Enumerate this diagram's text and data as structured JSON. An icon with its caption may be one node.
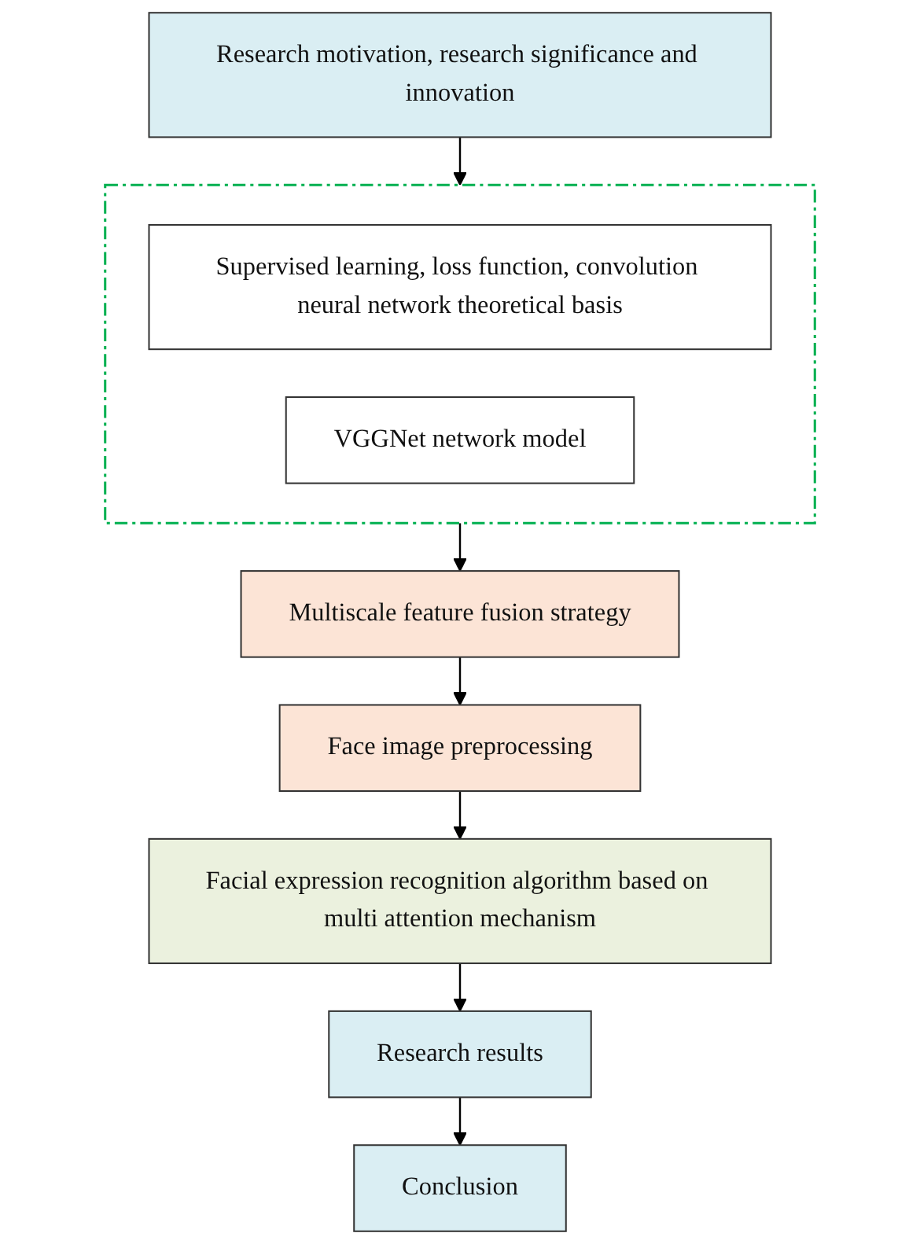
{
  "diagram": {
    "nodes": [
      {
        "text": [
          "Research motivation, research significance and innovation"
        ]
      },
      {
        "text": [],
        "shape": "box"
      },
      {
        "text": [
          "Supervised learning, loss function, convolution neural network theoretical basis"
        ],
        "in": 1
      },
      {
        "text": [
          "VGGNet network model"
        ],
        "in": 1
      },
      {
        "text": [
          "Multiscale feature fusion strategy"
        ]
      },
      {
        "text": [
          "Face image preprocessing"
        ]
      },
      {
        "text": [
          "Facial expression recognition algorithm based on multi attention mechanism"
        ]
      },
      {
        "text": [
          "Research results"
        ]
      },
      {
        "text": [
          "Conclusion"
        ]
      }
    ],
    "edges": [
      {
        "from": 0,
        "to": 1,
        "arrow": "to"
      },
      {
        "from": 1,
        "to": 4,
        "arrow": "to"
      },
      {
        "from": 4,
        "to": 5,
        "arrow": "to"
      },
      {
        "from": 5,
        "to": 6,
        "arrow": "to"
      },
      {
        "from": 6,
        "to": 7,
        "arrow": "to"
      },
      {
        "from": 7,
        "to": 8,
        "arrow": "to"
      }
    ]
  }
}
